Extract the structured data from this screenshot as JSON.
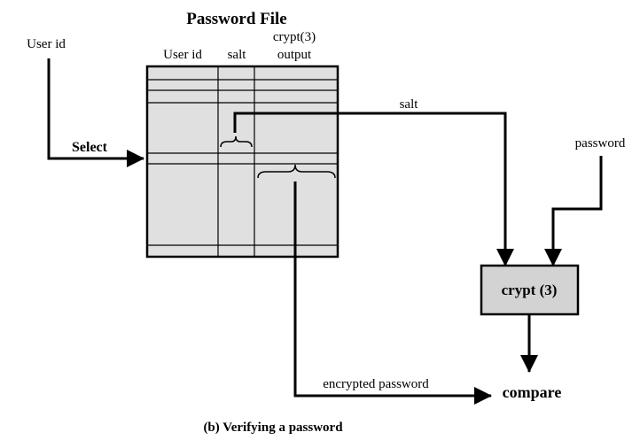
{
  "title": "Password File",
  "columns": {
    "user_id": "User id",
    "salt": "salt",
    "crypt_line1": "crypt(3)",
    "crypt_line2": "output"
  },
  "inputs": {
    "user_id": "User id",
    "select": "Select",
    "salt_path": "salt",
    "password": "password"
  },
  "crypt_box": "crypt (3)",
  "encrypted_password": "encrypted password",
  "compare": "compare",
  "caption": "(b) Verifying a password",
  "colors": {
    "table_fill": "#e0e0e0",
    "crypt_box_fill": "#d3d3d3",
    "stroke": "#000000"
  }
}
